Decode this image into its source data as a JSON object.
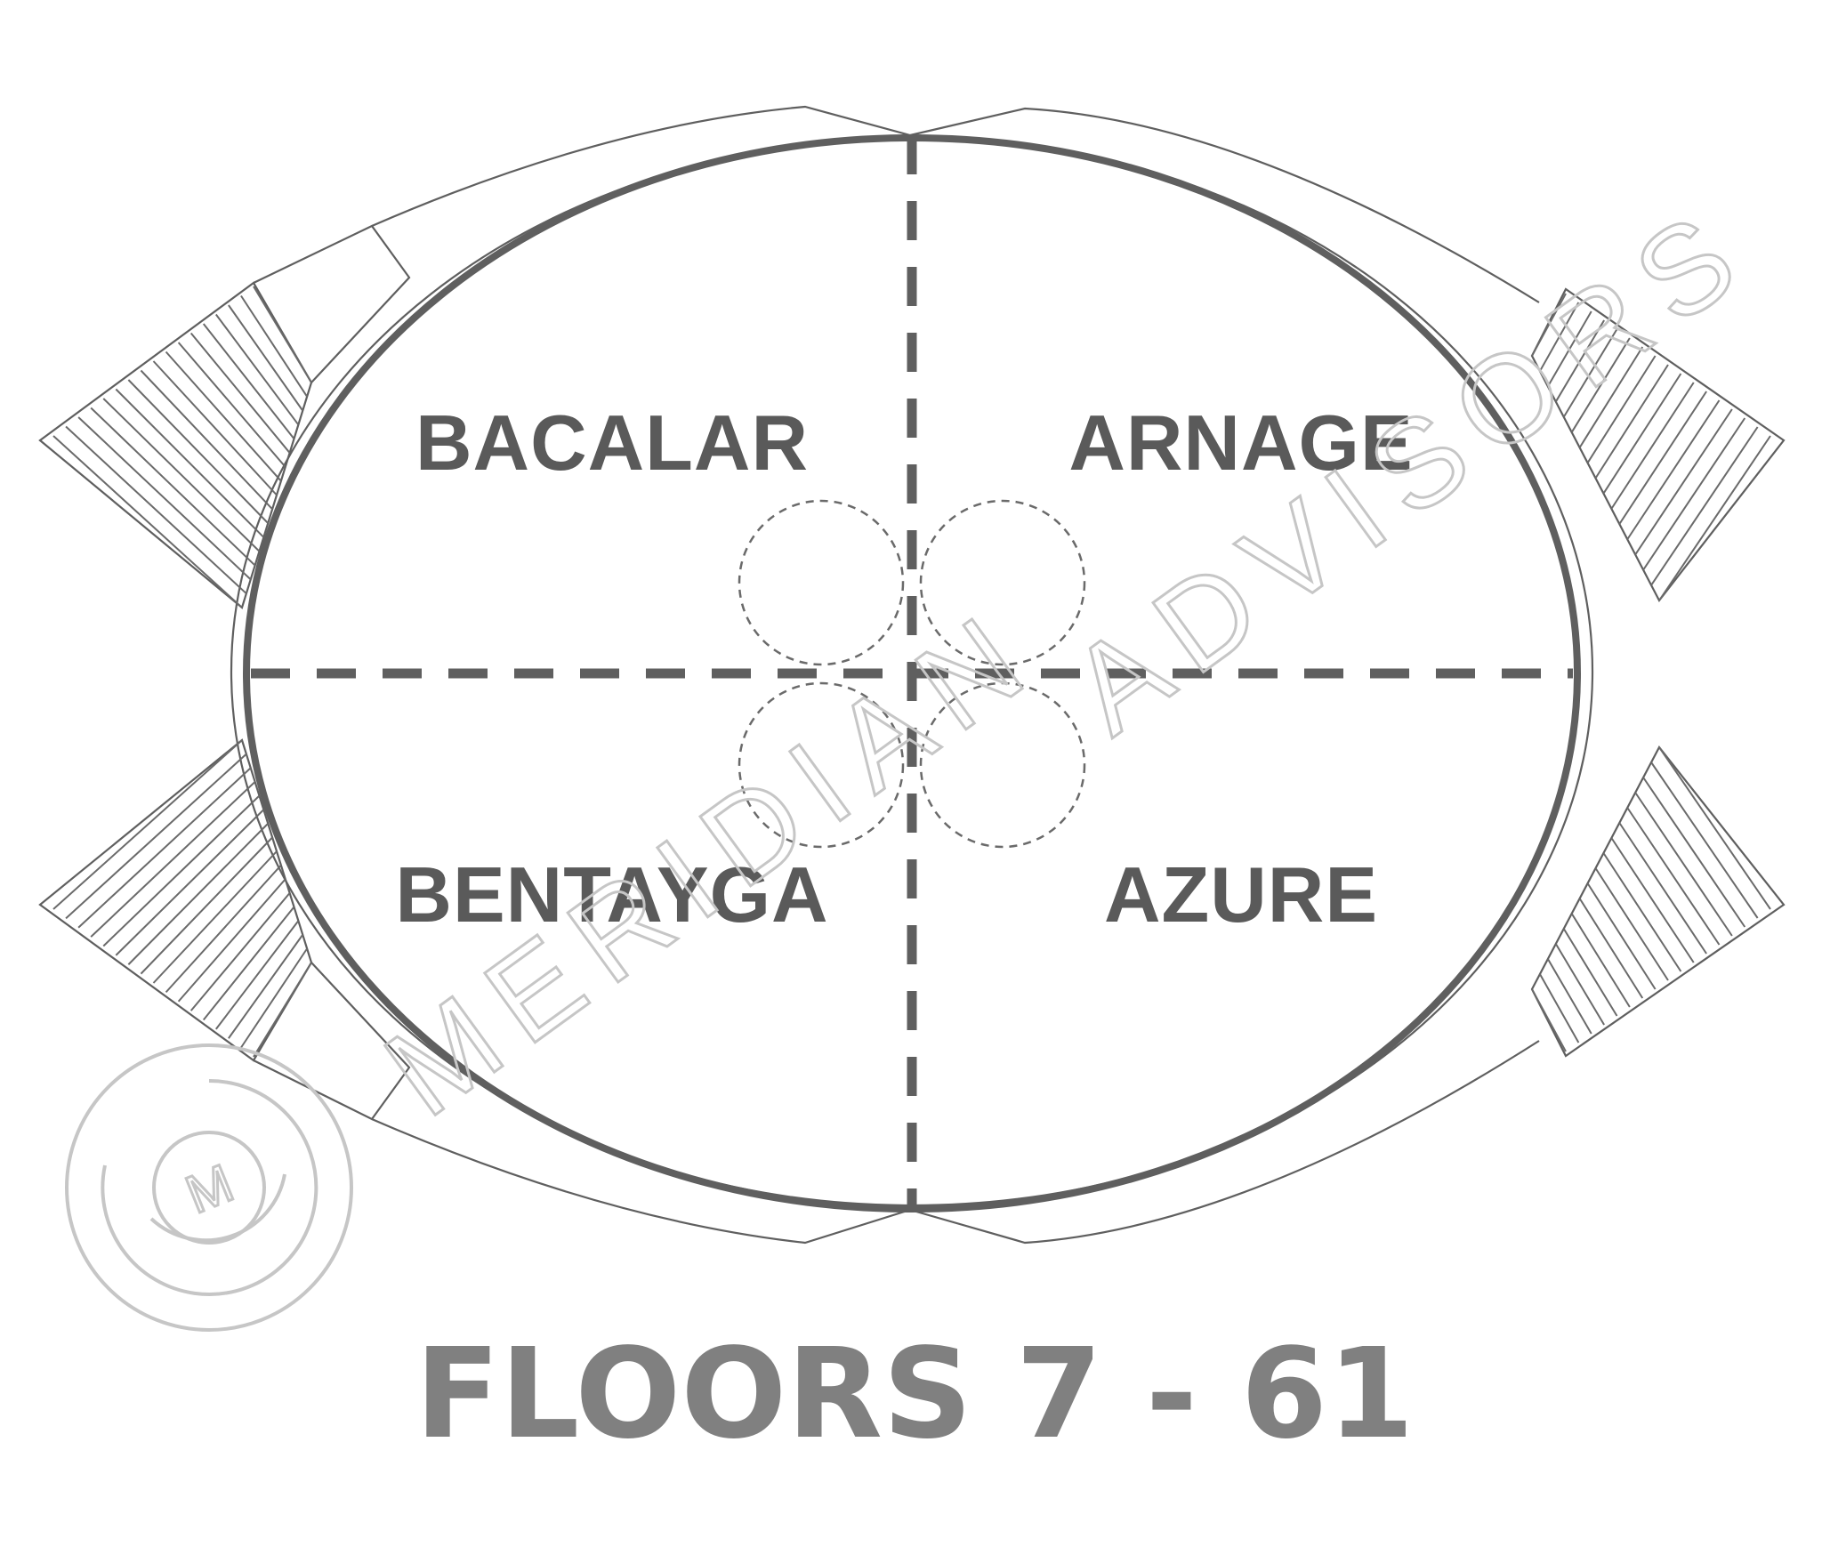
{
  "units": {
    "top_left": "BACALAR",
    "top_right": "ARNAGE",
    "bottom_left": "BENTAYGA",
    "bottom_right": "AZURE"
  },
  "caption": "FLOORS 7 - 61",
  "watermark": {
    "name": "MERIDIAN",
    "subtitle": "ADVISORS",
    "logo_letter": "M"
  },
  "colors": {
    "outline": "#5f5f5f",
    "labels": "#5a5a5a",
    "caption": "#808080",
    "watermark": "#c6c6c6"
  }
}
